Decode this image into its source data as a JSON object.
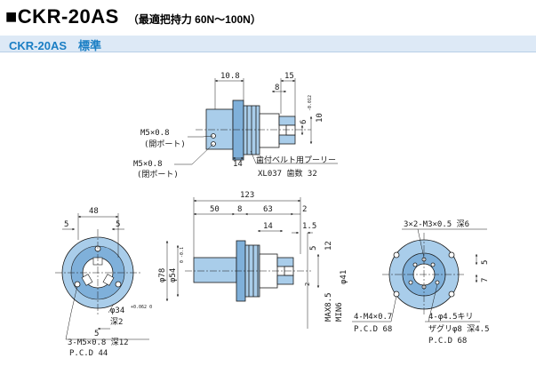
{
  "header": {
    "model": "■CKR-20AS",
    "subtitle": "（最適把持力 60N～100N）",
    "section_label": "CKR-20AS　標準"
  },
  "colors": {
    "body_fill": "#a9cdea",
    "body_dark": "#7fb0da",
    "line": "#1a1a1a",
    "band_bg": "#dde9f6",
    "band_text": "#1a7ec4"
  },
  "top_view": {
    "dims": {
      "d10_8": "10.8",
      "d15": "15",
      "d8": "8",
      "d6": "6",
      "d10": "10",
      "d14": "14",
      "tol_6": "-0.012"
    },
    "callouts": {
      "m5_a": "M5×0.8",
      "m5_a_note": "(開ポート)",
      "m5_b": "M5×0.8",
      "m5_b_note": "(閉ポート)",
      "pulley": "歯付ベルト用プーリー",
      "pulley_spec": "XL037 歯数 32"
    }
  },
  "front_view": {
    "dims": {
      "d48": "48",
      "d5a": "5",
      "d5b": "5",
      "d5c": "5",
      "phi34": "φ34",
      "phi34_tol": "+0.062 0",
      "depth2": "深2"
    },
    "callouts": {
      "thread": "3-M5×0.8 深12",
      "pcd": "P.C.D 44"
    }
  },
  "side_view": {
    "dims": {
      "d123": "123",
      "d50": "50",
      "d8": "8",
      "d63": "63",
      "d2": "2",
      "d14": "14",
      "d1_5": "1.5",
      "d5": "5",
      "d12": "12",
      "phi78": "φ78",
      "phi54": "φ54",
      "phi54_tol": "0 -0.1",
      "phi41": "φ41",
      "d2_tol": "2",
      "max": "MAX8.5",
      "min": "MIN6"
    }
  },
  "rear_view": {
    "callouts": {
      "m3": "3×2-M3×0.5 深6",
      "m4": "4-M4×0.7",
      "m4_pcd": "P.C.D 68",
      "phi45": "4-φ4.5キリ",
      "counterbore": "ザグリφ8 深4.5",
      "phi45_pcd": "P.C.D 68"
    },
    "dims": {
      "d5": "5",
      "d7": "7"
    }
  }
}
